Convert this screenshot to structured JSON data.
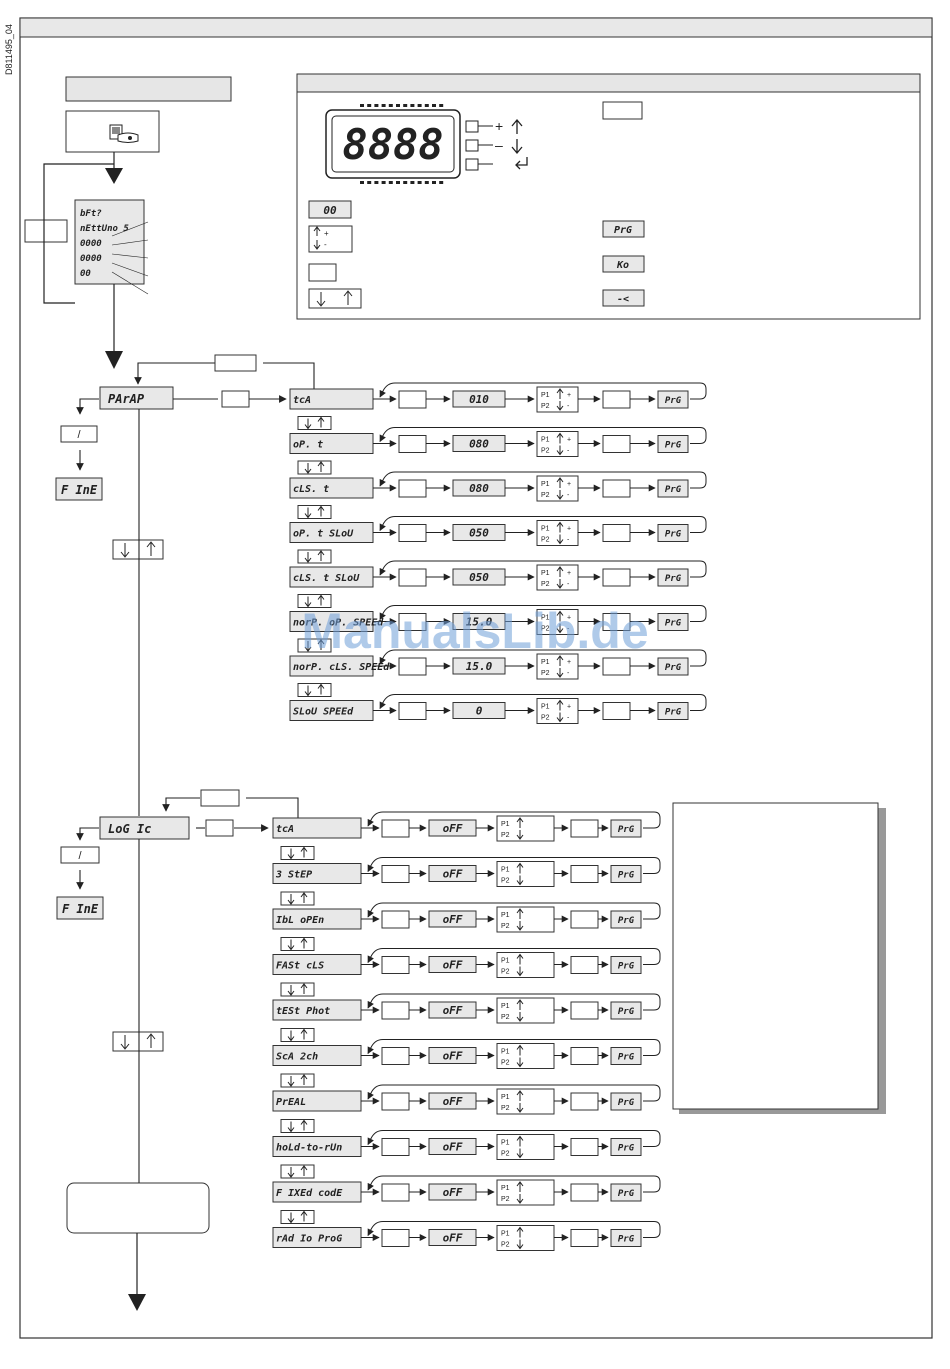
{
  "doc_code": "D811495_04",
  "watermark": "ManualsLib.de",
  "display": {
    "digits": "8888",
    "plus": "+",
    "minus": "–"
  },
  "legend": {
    "zero_zero": "00",
    "prg": "PrG",
    "ko": "Ko",
    "back": "-<"
  },
  "boot_lines": [
    "bFt?",
    "nEttUno 5",
    "0000",
    "0000",
    "00"
  ],
  "ctrl": {
    "p1": "P1",
    "p2": "P2",
    "plus": "+",
    "minus": "-",
    "slash": "/"
  },
  "param": {
    "menu": "PArAP",
    "fine": "F InE",
    "rows": [
      {
        "label": "tcA",
        "value": "010"
      },
      {
        "label": "oP. t",
        "value": "080"
      },
      {
        "label": "cLS. t",
        "value": "080"
      },
      {
        "label": "oP. t SLoU",
        "value": "050"
      },
      {
        "label": "cLS. t SLoU",
        "value": "050"
      },
      {
        "label": "norP. oP. SPEEd",
        "value": "15.0"
      },
      {
        "label": "norP. cLS. SPEEd",
        "value": "15.0"
      },
      {
        "label": "SLoU SPEEd",
        "value": "0"
      }
    ]
  },
  "logic": {
    "menu": "LoG Ic",
    "fine": "F InE",
    "rows": [
      {
        "label": "tcA",
        "value": "oFF"
      },
      {
        "label": "3 StEP",
        "value": "oFF"
      },
      {
        "label": "IbL oPEn",
        "value": "oFF"
      },
      {
        "label": "FASt cLS",
        "value": "oFF"
      },
      {
        "label": "tESt Phot",
        "value": "oFF"
      },
      {
        "label": "ScA 2ch",
        "value": "oFF"
      },
      {
        "label": "PrEAL",
        "value": "oFF"
      },
      {
        "label": "hoLd-to-rUn",
        "value": "oFF"
      },
      {
        "label": "F IXEd codE",
        "value": "oFF"
      },
      {
        "label": "rAd Io ProG",
        "value": "oFF"
      }
    ]
  }
}
